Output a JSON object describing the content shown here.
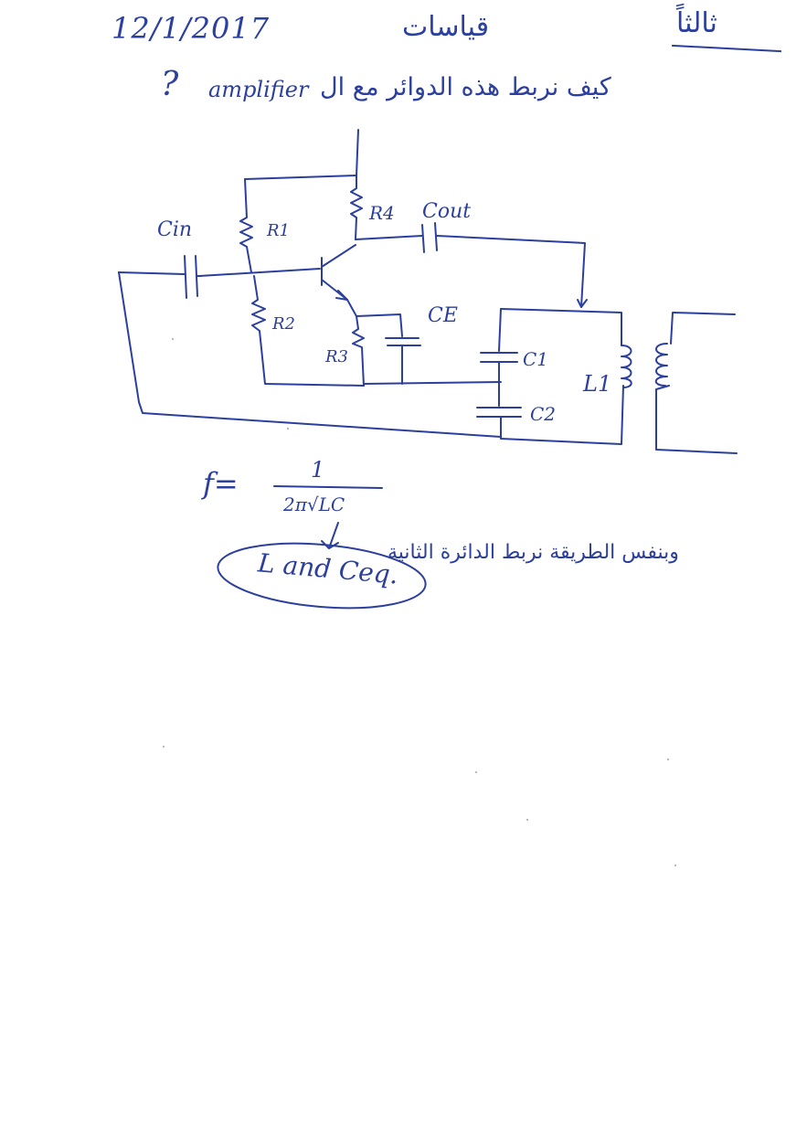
{
  "header": {
    "date": "12/1/2017",
    "subject": "قياسات",
    "number": "ثالثاً"
  },
  "question": {
    "arabic_start": "كيف نربط هذه الدوائر مع ال",
    "english_word": "amplifier",
    "mark": "?"
  },
  "circuit_labels": {
    "cin": "Cin",
    "r1": "R1",
    "r2": "R2",
    "r3": "R3",
    "r4": "R4",
    "cout": "Cout",
    "ce": "CE",
    "c1": "C1",
    "c2": "C2",
    "l1": "L1"
  },
  "formula": {
    "lhs": "f=",
    "numerator": "1",
    "denominator": "2π√LC"
  },
  "note": {
    "circled": "L and Ceq.",
    "arabic": "وبنفس الطريقة نربط الدائرة الثانية"
  },
  "colors": {
    "ink": "#2b3f9e",
    "paper": "#ffffff"
  }
}
